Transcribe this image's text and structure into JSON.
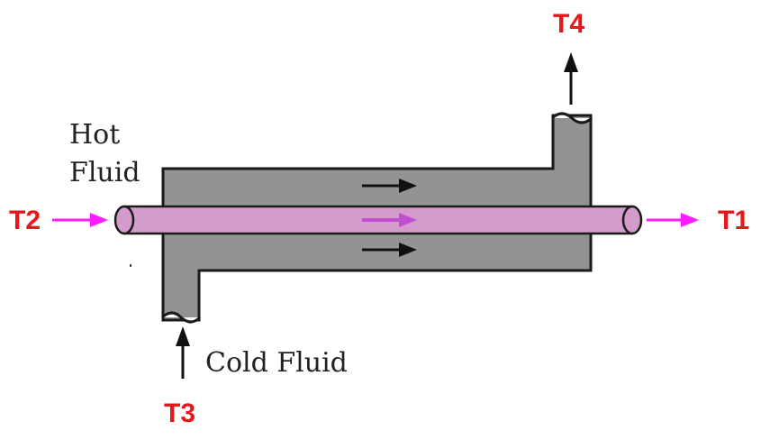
{
  "labels": {
    "t1": "T1",
    "t2": "T2",
    "t3": "T3",
    "t4": "T4",
    "hot_fluid_line1": "Hot",
    "hot_fluid_line2": "Fluid",
    "cold_fluid": "Cold Fluid"
  },
  "colors": {
    "shell": "#939393",
    "shell_outline": "#1a1a1a",
    "tube": "#d49ccb",
    "inlet_outlet_arrow": "#ff1aff",
    "flow_arrow_tube": "#c04fd0",
    "flow_arrow_shell": "#111111",
    "temperature_label": "#e8161b"
  }
}
